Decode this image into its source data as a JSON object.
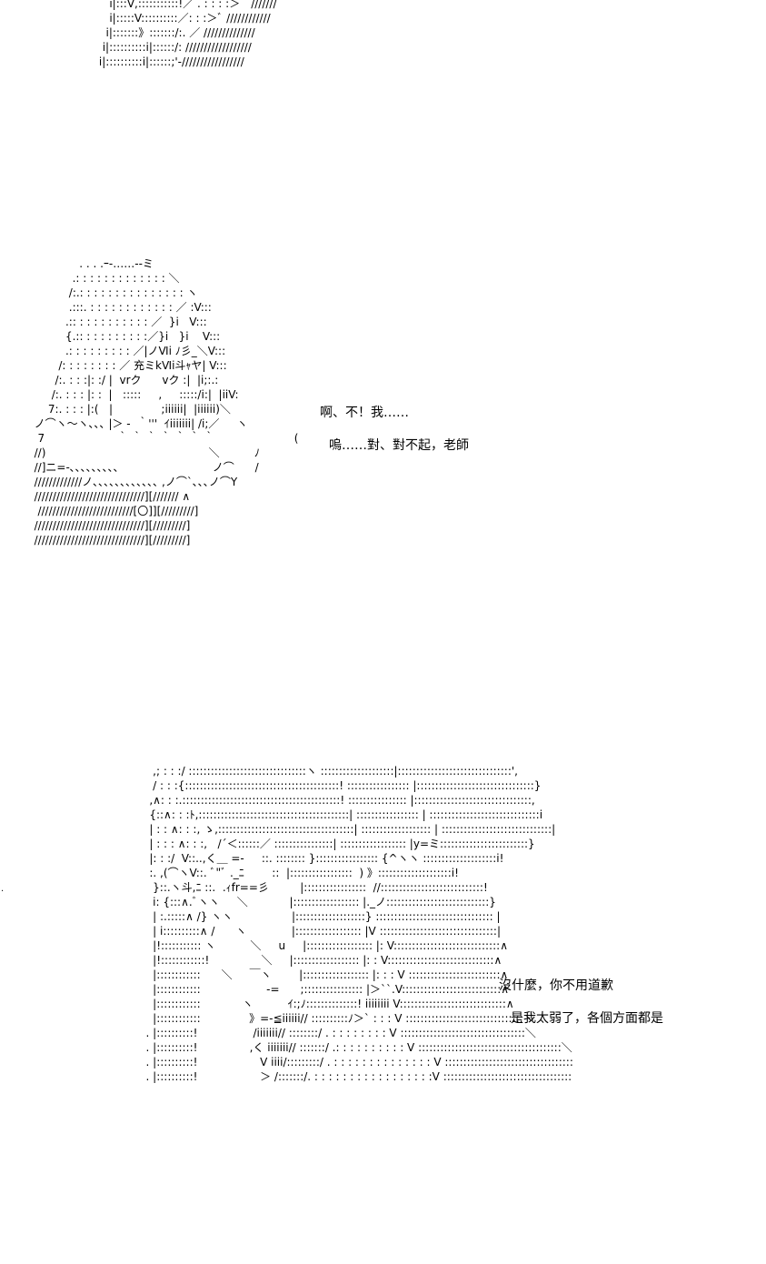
{
  "panels": {
    "top": {
      "art": "         i|:::V,:::::::::::!／ . : : : :＞　///////\n         i|:::::V::::::::::／: : :＞ﾞ ////////////\n        i|:::::::》:::::::/:. ／ //////////////\n       i|::::::::::i|::::::/: //////////////////\n      i|::::::::::i|::::::;'-/////////////////"
    },
    "middle": {
      "art": "               . . . .ｰ-……‐-ミ\n             .: : : : : : : : : : : : : ＼\n            /:.: : : : : : : : : : : : : : : ヽ\n            .:::. : : : : : : : : : : : : ／ :V:::\n           .:: : : : : : : : : : : ／  }i   V:::\n           {.:: : : : : : : : : :／}i   }i    V:::\n           .: : : : : : : : : ／|ノⅥi ﾉ彡_＼V:::\n         /: : : : : : : : ／ 充ミkⅥi斗ｬヤ| V:::\n        /:. : : :|: :/ |  vrク      vク :|  |i;:.:\n       /:. : : : |: :  |   :::::     ,     :::::/i:|  |iiV:\n      7:. : : : |:(   |              ;iiiiii|  |iiiiii)＼\n  ノ⌒ヽ～ヽ､､､ |＞ ‐  ｀'''  ｲiiiiiii| /i;／     ヽ\n   7                     ｀ ｀ ｀ ｀ ｀ ｀ ｀                       (\n  //)                                               ＼          ﾉ\n  //]ニ=-､､､､､､､､､                           ノ⌒      /\n  /////////////ノ､､､､､､､､､､､､ ,ノ⌒`､､､ノ⌒Y\n  //////////////////////////////][/////// ∧\n   //////////////////////////[〇]][/////////]\n  //////////////////////////////][/////////]\n  //////////////////////////////][/////////]"
    },
    "bottom": {
      "art": "          ,; : : :/ ::::::::::::::::::::::::::::::::ヽ ::::::::::::::::::::|:::::::::::::::::::::::::::::::',\n          / : : :{::::::::::::::::::::::::::::::::::::::::::! ::::::::::::::::: |::::::::::::::::::::::::::::::::}\n         ,∧: : :.:::::::::::::::::::::::::::::::::::::::::::! :::::::::::::::: |::::::::::::::::::::::::::::::::,\n         {::∧: : :ﾄ,:::::::::::::::::::::::::::::::::::::::::| ::::::::::::::::: | ::::::::::::::::::::::::::::::i\n         | : : ∧: : :, ゝ,:::::::::::::::::::::::::::::::::::::| ::::::::::::::::::: | ::::::::::::::::::::::::::::::|\n         | : : : ∧: : :,   /´＜::::::／ ::::::::::::::::| :::::::::::::::::: |y=ミ::::::::::::::::::::::::}\n         |: : :/  V::..,く＿ =-     ::. :::::::: }::::::::::::::::: {^ヽヽ ::::::::::::::::::::i!\n         :. ,(⌒ヽV::. ﾞ\"ﾞ ._ﾆ        ::  |:::::::::::::::::  ) 》::::::::::::::::::::i!\n          }::.ヽ斗,ﾆ ::.  .ｨfr==彡         |:::::::::::::::::  //::::::::::::::::::::::::::::!\n          i: {:::∧.ﾞヽヽ     ＼            |:::::::::::::::::: |._ノ::::::::::::::::::::::::::::}\n          | :.:::::∧ /} ヽヽ                 |:::::::::::::::::::} :::::::::::::::::::::::::::::::: |\n          | i::::::::::∧ /      ヽ             |:::::::::::::::::: |V ::::::::::::::::::::::::::::::::|\n          |!::::::::::: ヽ          ＼     u     |:::::::::::::::::: |: V:::::::::::::::::::::::::::::∧\n          |!::::::::::::!               ＼     |:::::::::::::::::: |: : V:::::::::::::::::::::::::::::∧\n          |::::::::::::      ＼     ￣ヽ        |:::::::::::::::::: |: : : V :::::::::::::::::::::::::∧\n          |::::::::::::                   -=      ;:::::::::::::::: |＞``.V:::::::::::::::::::::::::::∧\n          |::::::::::::            ヽ          ｲ:;ﾉ::::::::::::::! iiiiiiii V:::::::::::::::::::::::::::::∧\n          |::::::::::::              》=-≦iiiiii// ::::::::::ﾉ＞` : : : V ::::::::::::::::::::::::::::::::ヽ\n        . |::::::::::!                /iiiiiii// ::::::::/ . : : : : : : : : V ::::::::::::::::::::::::::::::::::＼\n        . |::::::::::!               ,く iiiiiii// :::::::/ .: : : : : : : : : : V :::::::::::::::::::::::::::::::::::::::＼\n        . |::::::::::!                  V iiii/:::::::::/ . : : : : : : : : : : : : : : V :::::::::::::::::::::::::::::::::::::::::::＼\n        . |::::::::::!                  ＞ /:::::::/. : : : : : : : : : : : : : : : : :V ::::::::::::::::::::::::::::::::::::::::::::::::＼"
    }
  },
  "dialogue": [
    "啊、不！我……",
    "嗚……對、對不起，老師",
    "沒什麼，你不用道歉",
    "是我太弱了，各個方面都是"
  ],
  "stray_mark": "·"
}
